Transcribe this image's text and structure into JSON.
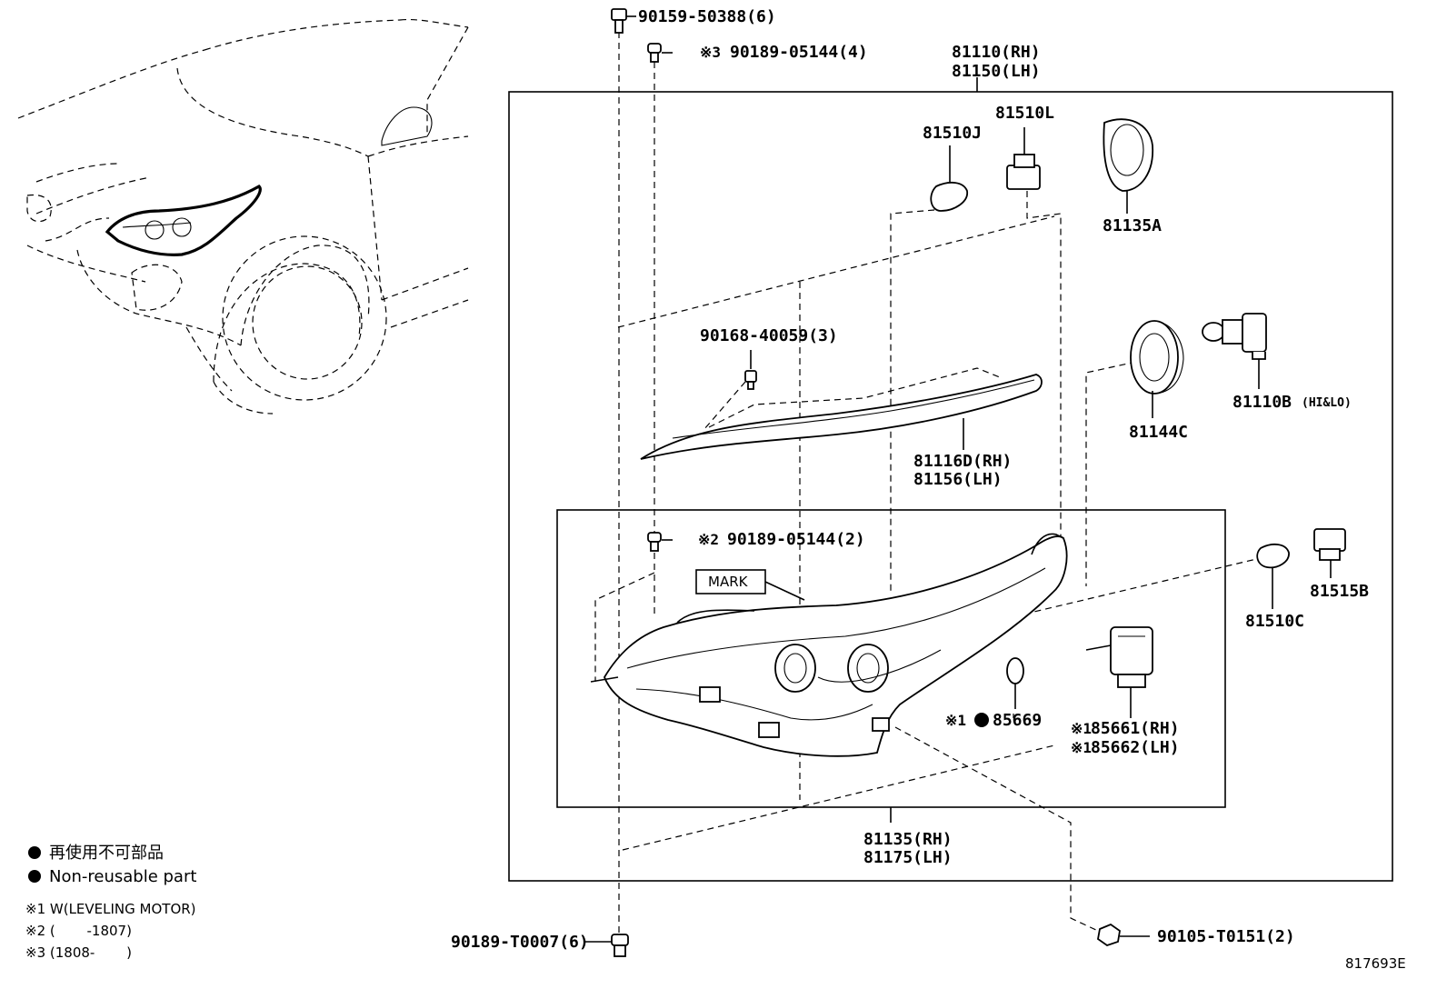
{
  "diagram": {
    "catalog_number": "817693E",
    "mark_label": "MARK",
    "assembly": {
      "headlamp_rh": "81110(RH)",
      "headlamp_lh": "81150(LH)",
      "housing_rh": "81135(RH)",
      "housing_lh": "81175(LH)"
    },
    "parts": {
      "screw_top": "90159-50388(6)",
      "clip_3_prefix": "※3",
      "clip_3": "90189-05144(4)",
      "clip_2_prefix": "※2",
      "clip_2": "90189-05144(2)",
      "bulb_j": "81510J",
      "socket_l": "81510L",
      "cover_a": "81135A",
      "screw_mid": "90168-40059(3)",
      "bulb_hilo": "81110B",
      "bulb_hilo_note": "(HI&LO)",
      "cap_c": "81144C",
      "garnish_rh": "81116D(RH)",
      "garnish_lh": "81156(LH)",
      "socket_b": "81515B",
      "bulb_c": "81510C",
      "gasket_prefix": "※1",
      "gasket": "85669",
      "motor_prefix_1": "※1",
      "motor_rh": "85661(RH)",
      "motor_prefix_2": "※1",
      "motor_lh": "85662(LH)",
      "clip_bottom": "90189-T0007(6)",
      "screw_bottom": "90105-T0151(2)"
    },
    "legend": {
      "jp": "再使用不可部品",
      "en": "Non-reusable part",
      "note1": "※1 W(LEVELING MOTOR)",
      "note2": "※2 (　　 -1807)",
      "note3": "※3 (1808-　　 )"
    }
  }
}
